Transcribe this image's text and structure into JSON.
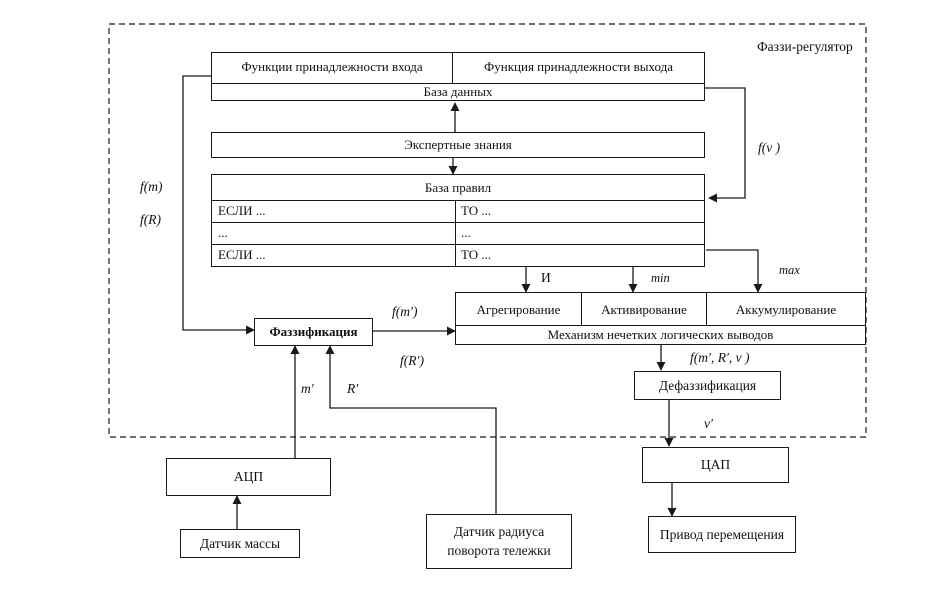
{
  "controller": {
    "title": "Фаззи-регулятор"
  },
  "database": {
    "input_membership": "Функции принадлежности входа",
    "output_membership": "Функция принадлежности выхода",
    "label": "База данных"
  },
  "expert_knowledge": "Экспертные знания",
  "rule_base": {
    "title": "База правил",
    "rows": [
      {
        "if": "ЕСЛИ ...",
        "then": "ТО ..."
      },
      {
        "if": "...",
        "then": "..."
      },
      {
        "if": "ЕСЛИ ...",
        "then": "ТО ..."
      }
    ]
  },
  "inference": {
    "aggregation": "Агрегирование",
    "activation": "Активирование",
    "accumulation": "Аккумулирование",
    "label": "Механизм нечетких логических выводов"
  },
  "fuzzification": "Фаззификация",
  "defuzzification": "Дефаззификация",
  "adc": "АЦП",
  "dac": "ЦАП",
  "mass_sensor": "Датчик массы",
  "radius_sensor": {
    "line1": "Датчик радиуса",
    "line2": "поворота тележки"
  },
  "drive": "Привод перемещения",
  "signals": {
    "f_v": "f(v )",
    "f_m": "f(m)",
    "f_R": "f(R)",
    "and_op": "И",
    "min_op": "min",
    "max_op": "max",
    "f_m_prime": "f(m′)",
    "f_R_prime": "f(R′)",
    "f_combined": "f(m′, R′, v )",
    "m_prime": "m′",
    "R_prime": "R′",
    "v_prime": "v′"
  }
}
